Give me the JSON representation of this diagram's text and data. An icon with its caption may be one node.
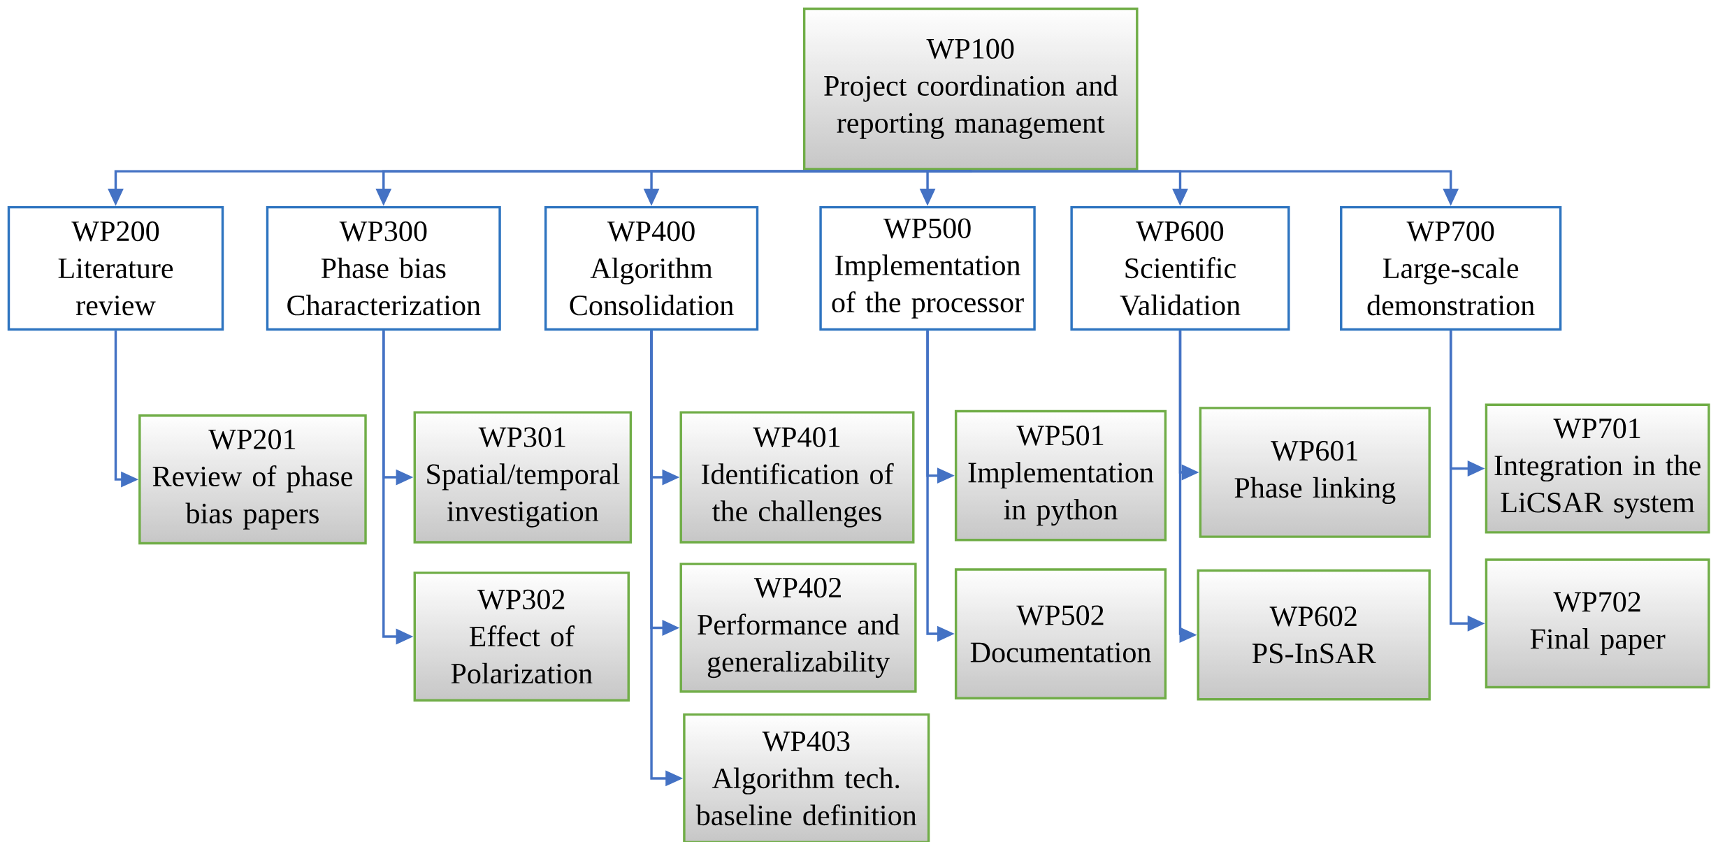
{
  "diagram": {
    "nodes": [
      {
        "text": [
          "WP100",
          "Project coordination and reporting management"
        ]
      },
      {
        "text": [
          "WP200",
          "Literature review"
        ]
      },
      {
        "text": [
          "WP300",
          "Phase bias Characterization"
        ]
      },
      {
        "text": [
          "WP400",
          "Algorithm Consolidation"
        ]
      },
      {
        "text": [
          "WP500",
          "Implementation of the processor"
        ]
      },
      {
        "text": [
          "WP600",
          "Scientific Validation"
        ]
      },
      {
        "text": [
          "WP700",
          "Large-scale demonstration"
        ]
      },
      {
        "text": [
          "WP201",
          "Review of phase bias papers"
        ]
      },
      {
        "text": [
          "WP301",
          "Spatial/temporal investigation"
        ]
      },
      {
        "text": [
          "WP302",
          "Effect of Polarization"
        ]
      },
      {
        "text": [
          "WP401",
          "Identification of the challenges"
        ]
      },
      {
        "text": [
          "WP402",
          "Performance and generalizability"
        ]
      },
      {
        "text": [
          "WP403",
          "Algorithm tech. baseline definition"
        ]
      },
      {
        "text": [
          "WP501",
          "Implementation in python"
        ]
      },
      {
        "text": [
          "WP502",
          "Documentation"
        ]
      },
      {
        "text": [
          "WP601",
          "Phase linking"
        ]
      },
      {
        "text": [
          "WP602",
          "PS-InSAR"
        ]
      },
      {
        "text": [
          "WP701",
          "Integration in the LiCSAR system"
        ]
      },
      {
        "text": [
          "WP702",
          "Final paper"
        ]
      }
    ],
    "edges": [
      {
        "from": 0,
        "to": 1,
        "arrow": "to"
      },
      {
        "from": 0,
        "to": 2,
        "arrow": "to"
      },
      {
        "from": 0,
        "to": 3,
        "arrow": "to"
      },
      {
        "from": 0,
        "to": 4,
        "arrow": "to"
      },
      {
        "from": 0,
        "to": 5,
        "arrow": "to"
      },
      {
        "from": 0,
        "to": 6,
        "arrow": "to"
      },
      {
        "from": 1,
        "to": 7,
        "arrow": "to"
      },
      {
        "from": 2,
        "to": 8,
        "arrow": "to"
      },
      {
        "from": 2,
        "to": 9,
        "arrow": "to"
      },
      {
        "from": 3,
        "to": 10,
        "arrow": "to"
      },
      {
        "from": 3,
        "to": 11,
        "arrow": "to"
      },
      {
        "from": 3,
        "to": 12,
        "arrow": "to"
      },
      {
        "from": 4,
        "to": 13,
        "arrow": "to"
      },
      {
        "from": 4,
        "to": 14,
        "arrow": "to"
      },
      {
        "from": 5,
        "to": 15,
        "arrow": "to"
      },
      {
        "from": 5,
        "to": 16,
        "arrow": "to"
      },
      {
        "from": 6,
        "to": 17,
        "arrow": "to"
      },
      {
        "from": 6,
        "to": 18,
        "arrow": "to"
      }
    ]
  }
}
